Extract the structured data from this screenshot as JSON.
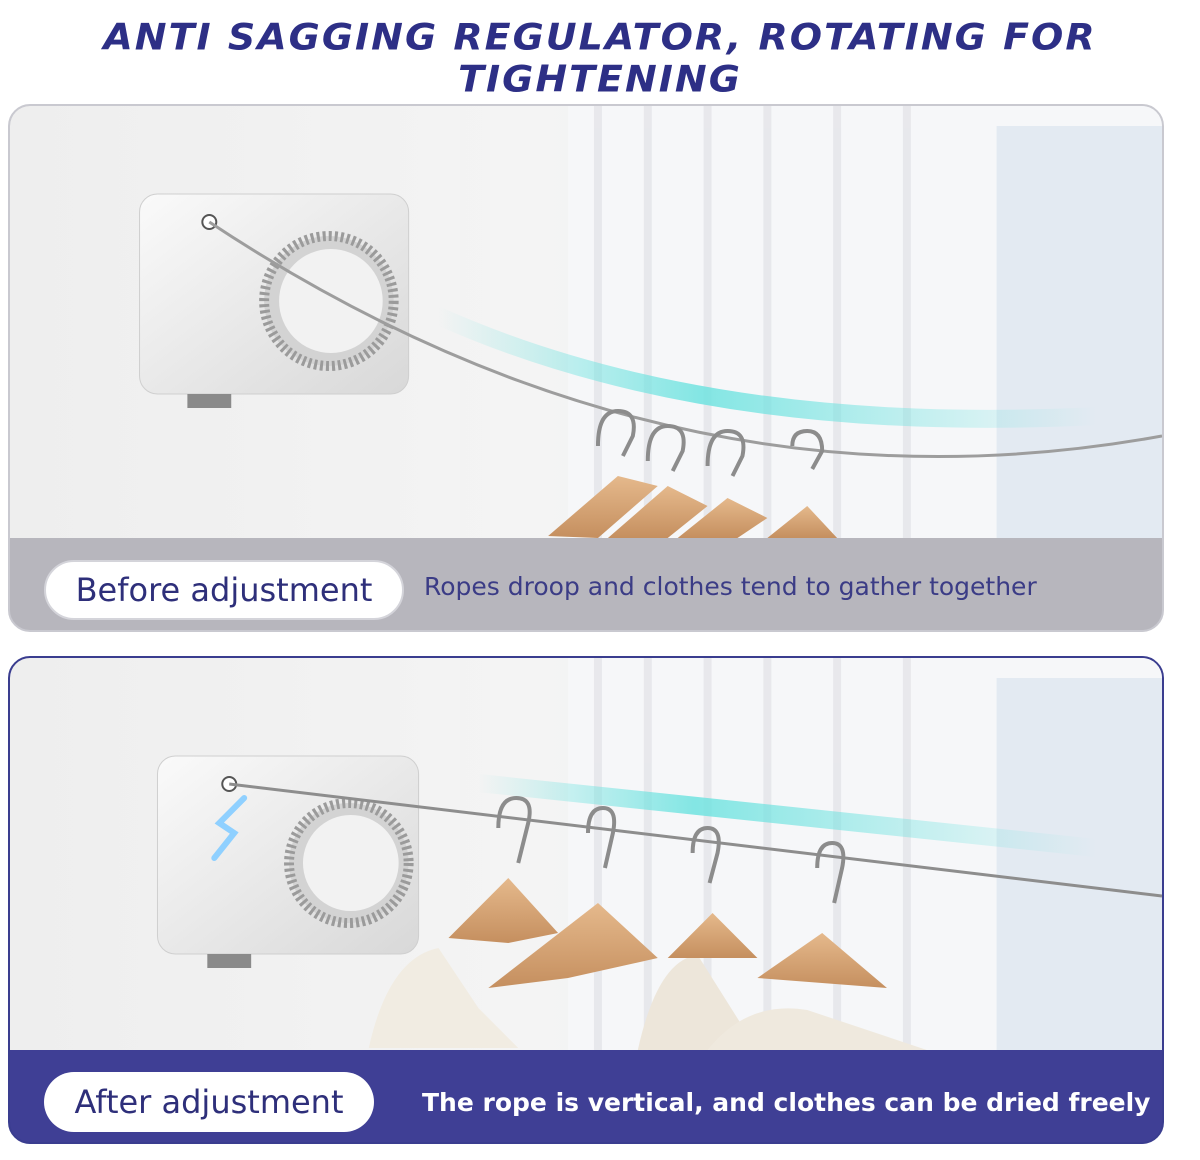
{
  "headline": "ANTI SAGGING REGULATOR, ROTATING FOR TIGHTENING",
  "panels": {
    "before": {
      "label": "Before adjustment",
      "caption": "Ropes droop and clothes tend to gather together"
    },
    "after": {
      "label": "After adjustment",
      "caption": "The rope is vertical, and clothes can be dried freely"
    }
  },
  "colors": {
    "accent": "#2d2f86",
    "before_band": "#b7b6bd",
    "after_band": "#3f3f95",
    "glow": "#6fe3e0"
  }
}
